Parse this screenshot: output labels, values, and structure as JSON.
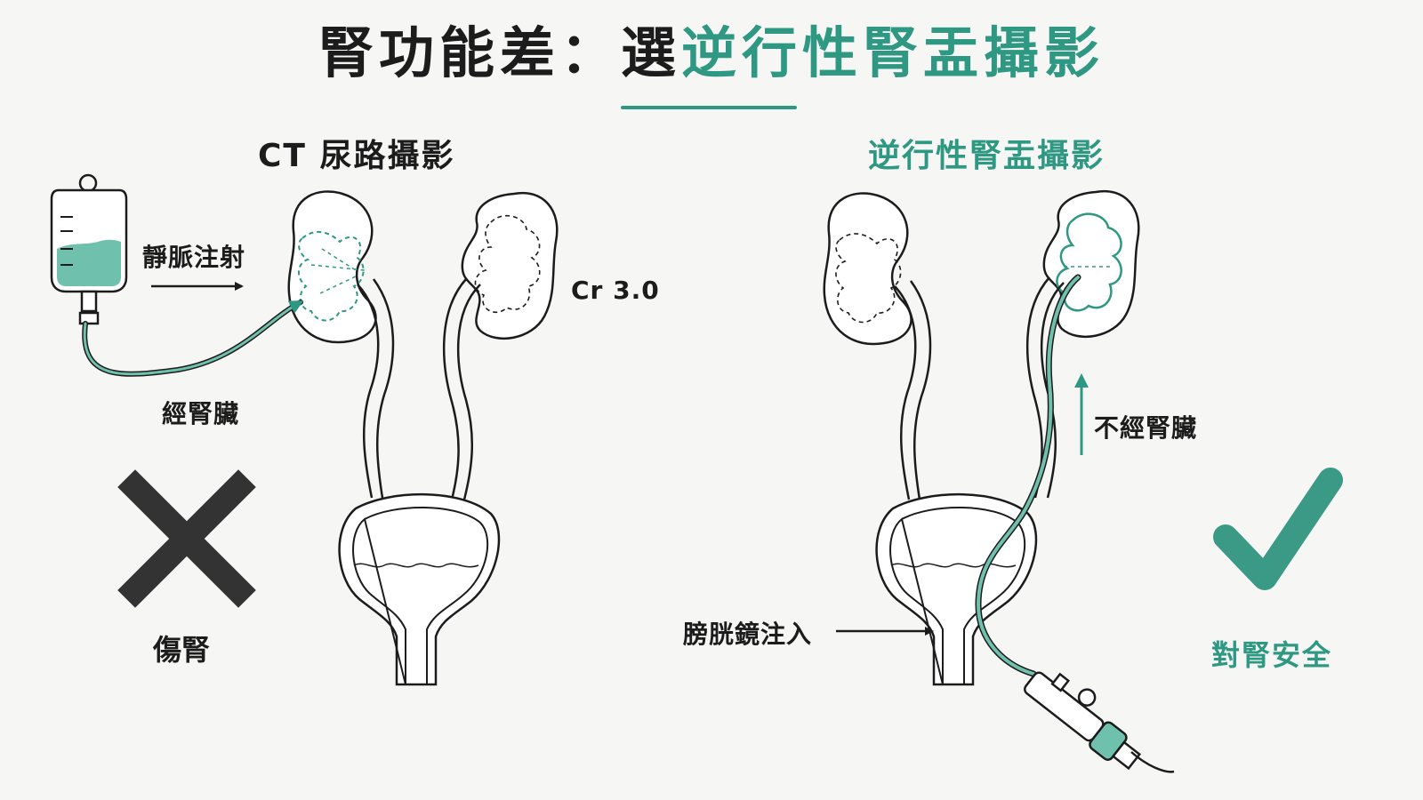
{
  "title": {
    "prefix": "腎功能差：選",
    "highlight": "逆行性腎盂攝影"
  },
  "left_panel": {
    "heading": "CT 尿路攝影",
    "iv_label": "靜脈注射",
    "kidney_path_label": "經腎臟",
    "creatinine": "Cr 3.0",
    "verdict_icon": "cross-icon",
    "verdict_label": "傷腎"
  },
  "right_panel": {
    "heading": "逆行性腎盂攝影",
    "bypass_label": "不經腎臟",
    "injection_label": "膀胱鏡注入",
    "verdict_icon": "check-icon",
    "verdict_label": "對腎安全"
  },
  "colors": {
    "accent": "#2f9882",
    "dark": "#1c1c1c",
    "background": "#f6f6f5"
  }
}
